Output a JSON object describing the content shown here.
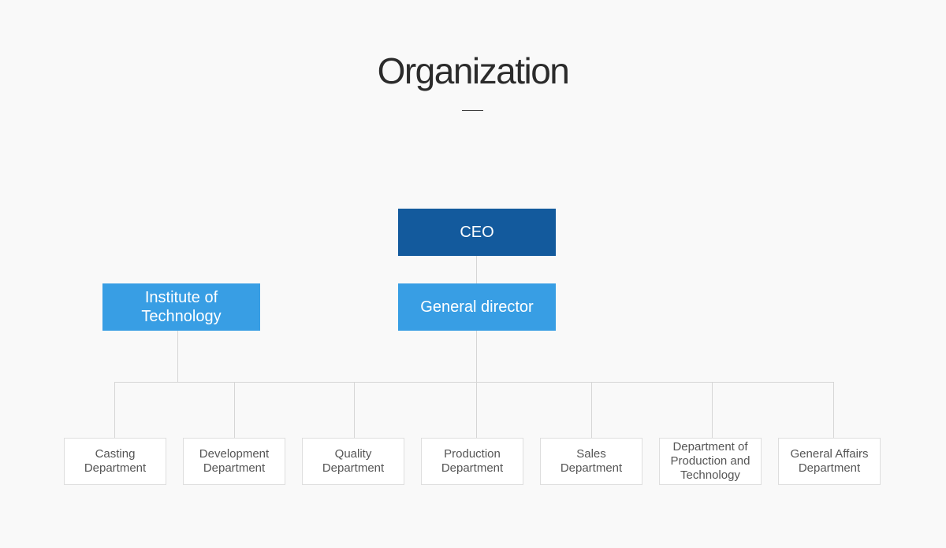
{
  "header": {
    "title": "Organization"
  },
  "chart": {
    "ceo": "CEO",
    "institute": "Institute of Technology",
    "general_director": "General director",
    "departments": [
      "Casting Department",
      "Development Department",
      "Quality Department",
      "Production Department",
      "Sales Department",
      "Department of Production and Technology",
      "General Affairs Department"
    ]
  },
  "colors": {
    "ceo": "#135a9d",
    "secondary": "#389ee4",
    "connector": "#d6d6d6",
    "background": "#f9f9f9"
  }
}
